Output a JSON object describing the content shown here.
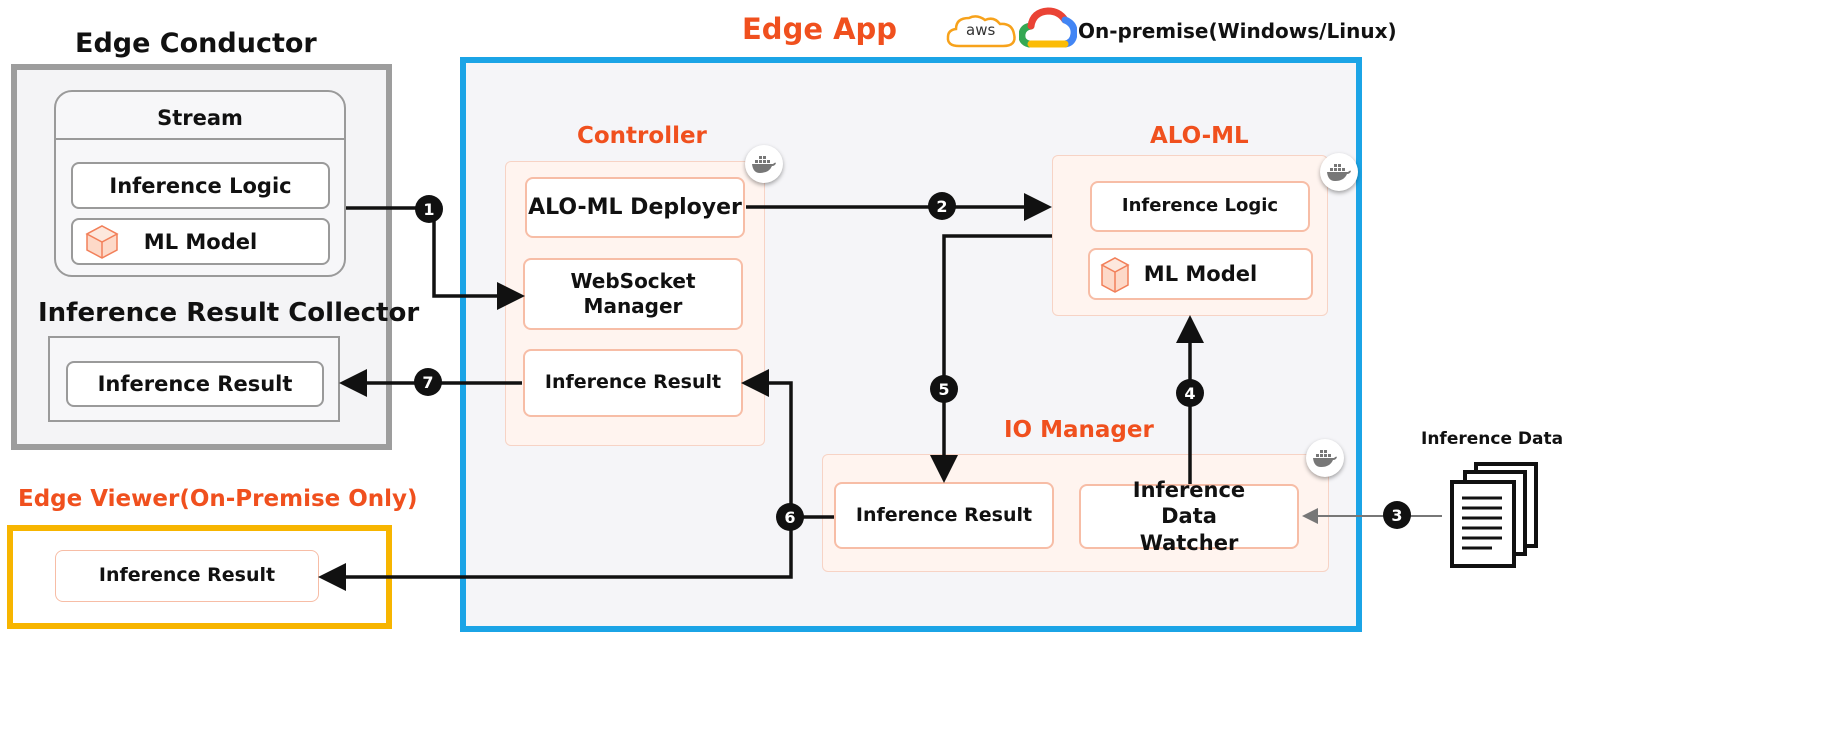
{
  "edge_conductor": {
    "title": "Edge Conductor",
    "stream": {
      "label": "Stream",
      "inference_logic": "Inference Logic",
      "ml_model": "ML Model"
    },
    "collector": {
      "title": "Inference Result Collector",
      "inference_result": "Inference Result"
    }
  },
  "edge_app": {
    "title": "Edge App",
    "platform_label": "On-premise(Windows/Linux)",
    "aws_label": "aws",
    "controller": {
      "title": "Controller",
      "deployer": "ALO-ML Deployer",
      "websocket": "WebSocket Manager",
      "inference_result": "Inference Result"
    },
    "alo_ml": {
      "title": "ALO-ML",
      "inference_logic": "Inference Logic",
      "ml_model": "ML Model"
    },
    "io_manager": {
      "title": "IO Manager",
      "inference_result": "Inference Result",
      "data_watcher": "Inference Data Watcher"
    }
  },
  "edge_viewer": {
    "title": "Edge Viewer(On-Premise Only)",
    "inference_result": "Inference Result"
  },
  "inference_data": {
    "label": "Inference Data"
  },
  "steps": [
    "1",
    "2",
    "3",
    "4",
    "5",
    "6",
    "7"
  ],
  "colors": {
    "accent": "#f0501e",
    "app_border": "#1ba4e6",
    "conductor_border": "#9d9d9d",
    "viewer_border": "#f7b500",
    "box_border": "#f7bda6"
  }
}
